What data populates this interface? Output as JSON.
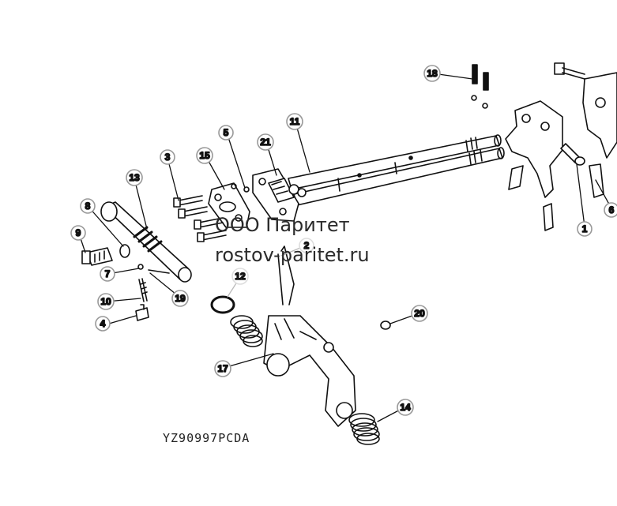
{
  "watermark": {
    "company": "ООО Паритет",
    "website": "rostov-paritet.ru"
  },
  "drawing_code": "YZ90997PCDA",
  "callouts": [
    {
      "id": "1",
      "label": "1"
    },
    {
      "id": "2",
      "label": "2"
    },
    {
      "id": "3",
      "label": "3"
    },
    {
      "id": "4",
      "label": "4"
    },
    {
      "id": "5",
      "label": "5"
    },
    {
      "id": "6",
      "label": "6"
    },
    {
      "id": "7",
      "label": "7"
    },
    {
      "id": "8",
      "label": "8"
    },
    {
      "id": "9",
      "label": "9"
    },
    {
      "id": "10",
      "label": "10"
    },
    {
      "id": "11",
      "label": "11"
    },
    {
      "id": "12",
      "label": "12"
    },
    {
      "id": "13",
      "label": "13"
    },
    {
      "id": "14",
      "label": "14"
    },
    {
      "id": "15",
      "label": "15"
    },
    {
      "id": "17",
      "label": "17"
    },
    {
      "id": "18",
      "label": "18"
    },
    {
      "id": "19",
      "label": "19"
    },
    {
      "id": "20",
      "label": "20"
    },
    {
      "id": "21",
      "label": "21"
    }
  ]
}
